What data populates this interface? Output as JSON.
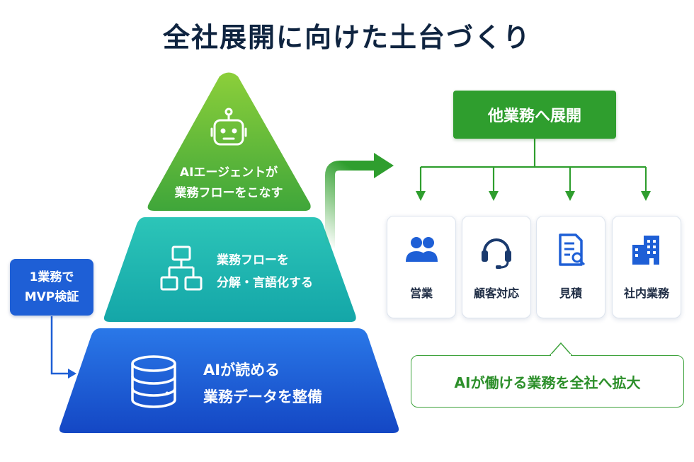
{
  "title": "全社展開に向けた土台づくり",
  "pyramid": {
    "tier1": {
      "line1": "AIエージェントが",
      "line2": "業務フローをこなす"
    },
    "tier2": {
      "line1": "業務フローを",
      "line2": "分解・言語化する"
    },
    "tier3": {
      "line1": "AIが読める",
      "line2": "業務データを整備"
    }
  },
  "mvp": {
    "line1": "1業務で",
    "line2": "MVP検証"
  },
  "expand": {
    "label": "他業務へ展開"
  },
  "departments": [
    {
      "label": "営業",
      "icon": "people-icon"
    },
    {
      "label": "顧客対応",
      "icon": "headset-icon"
    },
    {
      "label": "見積",
      "icon": "document-icon"
    },
    {
      "label": "社内業務",
      "icon": "building-icon"
    }
  ],
  "callout": {
    "label": "AIが働ける業務を全社へ拡大"
  },
  "colors": {
    "title": "#0f2440",
    "tier1": "#58b83a",
    "tier2": "#1fb5b0",
    "tier3": "#1e5fd6",
    "green_accent": "#2f9e2e",
    "blue_accent": "#1e5fd6"
  }
}
